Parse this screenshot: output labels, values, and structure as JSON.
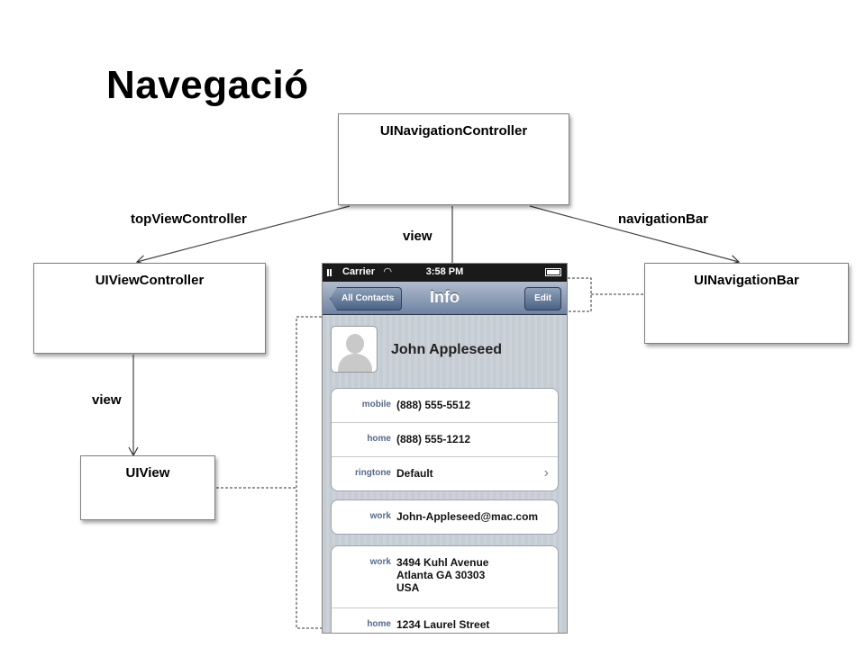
{
  "title": "Navegació",
  "nodes": {
    "nav_controller": "UINavigationController",
    "view_controller": "UIViewController",
    "navigation_bar": "UINavigationBar",
    "uiview": "UIView"
  },
  "edges": {
    "top_view_controller": "topViewController",
    "navigation_bar": "navigationBar",
    "view_main": "view",
    "view_left": "view"
  },
  "phone": {
    "carrier": "Carrier",
    "time": "3:58 PM",
    "back_button": "All Contacts",
    "nav_title": "Info",
    "edit_button": "Edit",
    "contact_name": "John Appleseed",
    "group1": [
      {
        "label": "mobile",
        "value": "(888) 555-5512"
      },
      {
        "label": "home",
        "value": "(888) 555-1212"
      },
      {
        "label": "ringtone",
        "value": "Default"
      }
    ],
    "group2": [
      {
        "label": "work",
        "value": "John-Appleseed@mac.com"
      }
    ],
    "group3": [
      {
        "label": "work",
        "value": "3494 Kuhl Avenue\nAtlanta GA 30303\nUSA"
      },
      {
        "label": "home",
        "value": "1234 Laurel Street"
      }
    ],
    "chevron_icon": "chevron-right-icon",
    "wifi_icon": "wifi-icon",
    "battery_icon": "battery-icon"
  }
}
